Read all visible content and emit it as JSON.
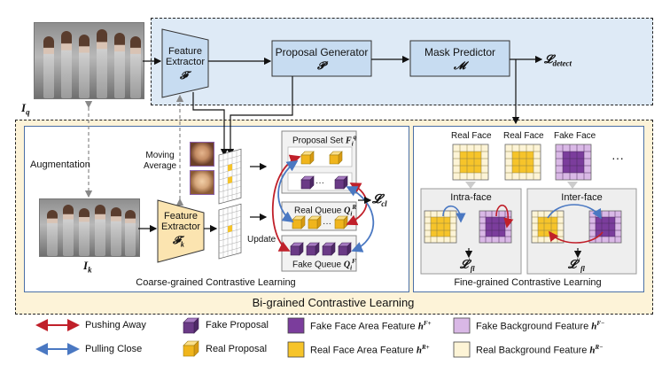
{
  "modules": {
    "feature_extractor": {
      "label": "Feature\nExtractor",
      "symbol": "𝓕"
    },
    "proposal_generator": {
      "label": "Proposal Generator",
      "symbol": "𝓟"
    },
    "mask_predictor": {
      "label": "Mask Predictor",
      "symbol": "𝓜"
    },
    "momentum_extractor": {
      "label": "Feature\nExtractor",
      "symbol": "𝓕",
      "subscript": "k"
    },
    "loss_detect": {
      "symbol": "𝓛",
      "subscript": "detect"
    }
  },
  "images": {
    "query": "I",
    "query_sub": "q",
    "key": "I",
    "key_sub": "k"
  },
  "labels": {
    "augmentation": "Augmentation",
    "moving_average": "Moving\nAverage",
    "update": "Update",
    "proposal_set": "Proposal Set",
    "proposal_set_math": "F",
    "proposal_set_sub": "i",
    "proposal_set_sup": "q",
    "real_queue": "Real Queue",
    "real_queue_math": "Q",
    "real_queue_sub": "i",
    "real_queue_sup": "R",
    "fake_queue": "Fake Queue",
    "fake_queue_math": "Q",
    "fake_queue_sub": "i",
    "fake_queue_sup": "F",
    "loss_cl": "𝓛",
    "loss_cl_sub": "cl",
    "ellipsis": "···",
    "coarse_title": "Coarse-grained Contrastive Learning",
    "fine_title": "Fine-grained Contrastive Learning",
    "bigrained_title": "Bi-grained Contrastive Learning",
    "real_face_1": "Real Face",
    "real_face_2": "Real Face",
    "fake_face": "Fake Face",
    "dots": "···",
    "intra_face": "Intra-face",
    "inter_face": "Inter-face",
    "loss_fl": "𝓛",
    "loss_fl_sub": "fl",
    "loss_fl_sup": "′",
    "loss_fl2": "𝓛",
    "loss_fl2_sub": "fl",
    "loss_fl2_sup": "′′"
  },
  "legend": [
    {
      "label": "Pushing Away",
      "kind": "arrow",
      "color": "#c0202a"
    },
    {
      "label": "Pulling Close",
      "kind": "arrow",
      "color": "#4a78c2"
    },
    {
      "label": "Fake Proposal",
      "kind": "cube",
      "color": "#6a3a86"
    },
    {
      "label": "Real Proposal",
      "kind": "cube",
      "color": "#f0b51c"
    },
    {
      "label": "Fake Face Area Feature",
      "math": "h",
      "sup": "F+",
      "color": "#7b3d9c"
    },
    {
      "label": "Real Face Area Feature",
      "math": "h",
      "sup": "R+",
      "color": "#f6c42a"
    },
    {
      "label": "Fake Background Feature",
      "math": "h",
      "sup": "F−",
      "color": "#d9b8e6"
    },
    {
      "label": "Real Background Feature",
      "math": "h",
      "sup": "R−",
      "color": "#fdf4d6"
    }
  ],
  "colors": {
    "detect_bg": "#deeaf6",
    "bigrained_bg": "#fdf3d8",
    "extractor_fill": "#c7dcf1",
    "momentum_fill": "#fbe4b0",
    "push": "#c0202a",
    "pull": "#4a78c2",
    "fake": "#7b3d9c",
    "real": "#f6c42a"
  }
}
